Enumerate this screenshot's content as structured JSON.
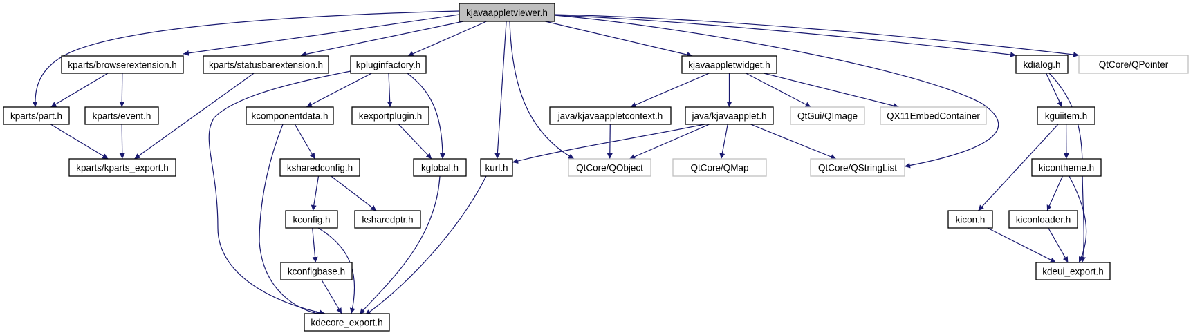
{
  "diagram": {
    "type": "include-dependency-graph",
    "root": "kjavaappletviewer.h",
    "colors": {
      "edge": "#191970",
      "root_fill": "#bfbfbf",
      "node_border": "#000000",
      "external_border": "#bfbfbf",
      "node_fill": "#ffffff"
    },
    "nodes": [
      {
        "id": "kjavaappletviewer",
        "label": "kjavaappletviewer.h",
        "kind": "root"
      },
      {
        "id": "browserextension",
        "label": "kparts/browserextension.h",
        "kind": "documented"
      },
      {
        "id": "statusbarextension",
        "label": "kparts/statusbarextension.h",
        "kind": "documented"
      },
      {
        "id": "kpluginfactory",
        "label": "kpluginfactory.h",
        "kind": "documented"
      },
      {
        "id": "kjavaappletwidget",
        "label": "kjavaappletwidget.h",
        "kind": "documented"
      },
      {
        "id": "kdialog",
        "label": "kdialog.h",
        "kind": "documented"
      },
      {
        "id": "qpointer",
        "label": "QtCore/QPointer",
        "kind": "external"
      },
      {
        "id": "part",
        "label": "kparts/part.h",
        "kind": "documented"
      },
      {
        "id": "event",
        "label": "kparts/event.h",
        "kind": "documented"
      },
      {
        "id": "kcomponentdata",
        "label": "kcomponentdata.h",
        "kind": "documented"
      },
      {
        "id": "kexportplugin",
        "label": "kexportplugin.h",
        "kind": "documented"
      },
      {
        "id": "kjavaappletcontext",
        "label": "java/kjavaappletcontext.h",
        "kind": "documented"
      },
      {
        "id": "kjavaapplet",
        "label": "java/kjavaapplet.h",
        "kind": "documented"
      },
      {
        "id": "qimage",
        "label": "QtGui/QImage",
        "kind": "external"
      },
      {
        "id": "qx11embed",
        "label": "QX11EmbedContainer",
        "kind": "external"
      },
      {
        "id": "kguiitem",
        "label": "kguiitem.h",
        "kind": "documented"
      },
      {
        "id": "kparts_export",
        "label": "kparts/kparts_export.h",
        "kind": "documented"
      },
      {
        "id": "ksharedconfig",
        "label": "ksharedconfig.h",
        "kind": "documented"
      },
      {
        "id": "kglobal",
        "label": "kglobal.h",
        "kind": "documented"
      },
      {
        "id": "kurl",
        "label": "kurl.h",
        "kind": "documented"
      },
      {
        "id": "qobject",
        "label": "QtCore/QObject",
        "kind": "external"
      },
      {
        "id": "qmap",
        "label": "QtCore/QMap",
        "kind": "external"
      },
      {
        "id": "qstringlist",
        "label": "QtCore/QStringList",
        "kind": "external"
      },
      {
        "id": "kicontheme",
        "label": "kicontheme.h",
        "kind": "documented"
      },
      {
        "id": "kconfig",
        "label": "kconfig.h",
        "kind": "documented"
      },
      {
        "id": "ksharedptr",
        "label": "ksharedptr.h",
        "kind": "documented"
      },
      {
        "id": "kicon",
        "label": "kicon.h",
        "kind": "documented"
      },
      {
        "id": "kiconloader",
        "label": "kiconloader.h",
        "kind": "documented"
      },
      {
        "id": "kconfigbase",
        "label": "kconfigbase.h",
        "kind": "documented"
      },
      {
        "id": "kdeui_export",
        "label": "kdeui_export.h",
        "kind": "documented"
      },
      {
        "id": "kdecore_export",
        "label": "kdecore_export.h",
        "kind": "documented"
      }
    ],
    "edges": [
      {
        "from": "kjavaappletviewer",
        "to": "part"
      },
      {
        "from": "kjavaappletviewer",
        "to": "browserextension"
      },
      {
        "from": "kjavaappletviewer",
        "to": "statusbarextension"
      },
      {
        "from": "kjavaappletviewer",
        "to": "kpluginfactory"
      },
      {
        "from": "kjavaappletviewer",
        "to": "kurl"
      },
      {
        "from": "kjavaappletviewer",
        "to": "qobject"
      },
      {
        "from": "kjavaappletviewer",
        "to": "kjavaappletwidget"
      },
      {
        "from": "kjavaappletviewer",
        "to": "qstringlist"
      },
      {
        "from": "kjavaappletviewer",
        "to": "kdialog"
      },
      {
        "from": "kjavaappletviewer",
        "to": "qpointer"
      },
      {
        "from": "browserextension",
        "to": "part"
      },
      {
        "from": "browserextension",
        "to": "event"
      },
      {
        "from": "part",
        "to": "kparts_export"
      },
      {
        "from": "event",
        "to": "kparts_export"
      },
      {
        "from": "statusbarextension",
        "to": "kparts_export"
      },
      {
        "from": "kpluginfactory",
        "to": "kdecore_export"
      },
      {
        "from": "kpluginfactory",
        "to": "kcomponentdata"
      },
      {
        "from": "kpluginfactory",
        "to": "kexportplugin"
      },
      {
        "from": "kpluginfactory",
        "to": "kglobal"
      },
      {
        "from": "kcomponentdata",
        "to": "ksharedconfig"
      },
      {
        "from": "kcomponentdata",
        "to": "kdecore_export"
      },
      {
        "from": "kexportplugin",
        "to": "kglobal"
      },
      {
        "from": "ksharedconfig",
        "to": "kconfig"
      },
      {
        "from": "ksharedconfig",
        "to": "ksharedptr"
      },
      {
        "from": "kconfig",
        "to": "kconfigbase"
      },
      {
        "from": "kconfig",
        "to": "kdecore_export"
      },
      {
        "from": "kconfigbase",
        "to": "kdecore_export"
      },
      {
        "from": "kglobal",
        "to": "kdecore_export"
      },
      {
        "from": "kurl",
        "to": "kdecore_export"
      },
      {
        "from": "kjavaappletwidget",
        "to": "kjavaappletcontext"
      },
      {
        "from": "kjavaappletwidget",
        "to": "kjavaapplet"
      },
      {
        "from": "kjavaappletwidget",
        "to": "qimage"
      },
      {
        "from": "kjavaappletwidget",
        "to": "qx11embed"
      },
      {
        "from": "kjavaappletcontext",
        "to": "qobject"
      },
      {
        "from": "kjavaapplet",
        "to": "kurl"
      },
      {
        "from": "kjavaapplet",
        "to": "qobject"
      },
      {
        "from": "kjavaapplet",
        "to": "qmap"
      },
      {
        "from": "kjavaapplet",
        "to": "qstringlist"
      },
      {
        "from": "kdialog",
        "to": "kguiitem"
      },
      {
        "from": "kdialog",
        "to": "kdeui_export"
      },
      {
        "from": "kguiitem",
        "to": "kicontheme"
      },
      {
        "from": "kguiitem",
        "to": "kicon"
      },
      {
        "from": "kicontheme",
        "to": "kiconloader"
      },
      {
        "from": "kicontheme",
        "to": "kdeui_export"
      },
      {
        "from": "kicon",
        "to": "kdeui_export"
      },
      {
        "from": "kiconloader",
        "to": "kdeui_export"
      }
    ]
  }
}
